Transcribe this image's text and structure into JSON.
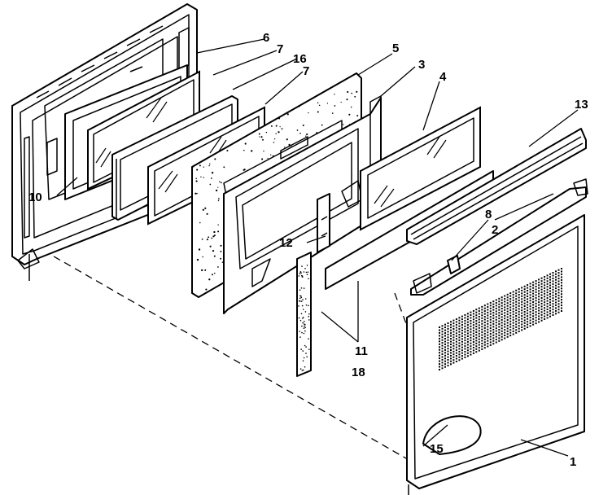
{
  "diagram": {
    "callouts": [
      {
        "id": "1",
        "text": "1"
      },
      {
        "id": "2",
        "text": "2"
      },
      {
        "id": "3",
        "text": "3"
      },
      {
        "id": "4",
        "text": "4"
      },
      {
        "id": "5",
        "text": "5"
      },
      {
        "id": "6",
        "text": "6"
      },
      {
        "id": "7a",
        "text": "7"
      },
      {
        "id": "7b",
        "text": "7"
      },
      {
        "id": "8",
        "text": "8"
      },
      {
        "id": "10",
        "text": "10"
      },
      {
        "id": "11",
        "text": "11"
      },
      {
        "id": "12",
        "text": "12"
      },
      {
        "id": "13",
        "text": "13"
      },
      {
        "id": "15",
        "text": "15"
      },
      {
        "id": "16",
        "text": "16"
      },
      {
        "id": "18",
        "text": "18"
      }
    ]
  }
}
